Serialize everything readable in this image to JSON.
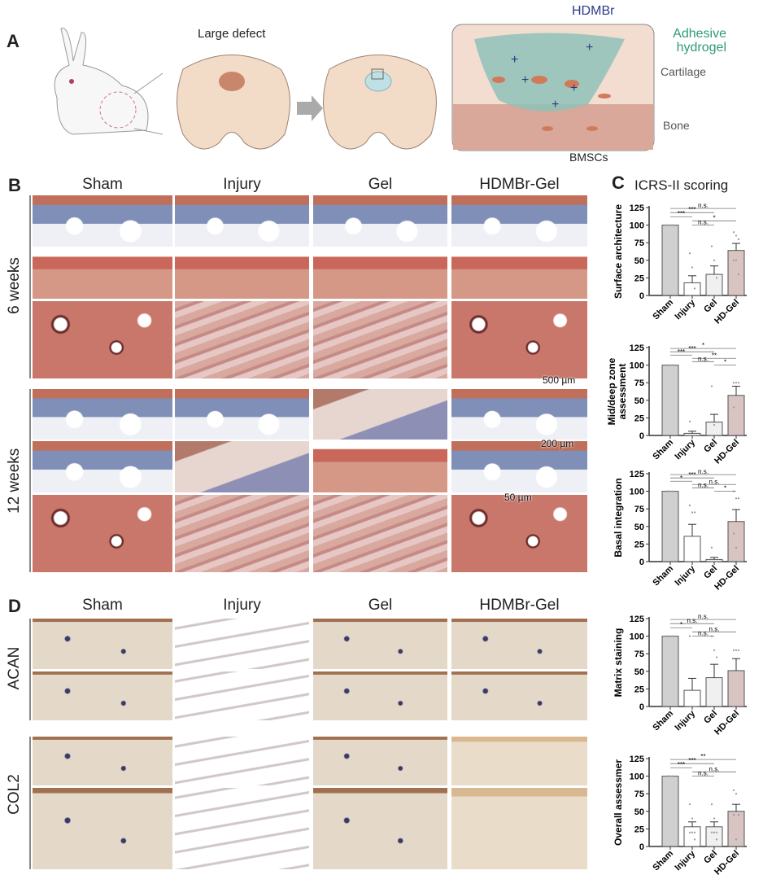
{
  "panelA": {
    "label": "A",
    "defect_label": "Large defect",
    "hdmbr": "HDMBr",
    "hydrogel_line1": "Adhesive",
    "hydrogel_line2": "hydrogel",
    "cartilage": "Cartilage",
    "bone": "Bone",
    "bmscs": "BMSCs",
    "colors": {
      "hdmbr": "#2b3a8a",
      "hydrogel": "#2e9a7a"
    }
  },
  "panelB": {
    "label": "B",
    "columns": [
      "Sham",
      "Injury",
      "Gel",
      "HDMBr-Gel"
    ],
    "rows": [
      "6 weeks",
      "12 weeks"
    ],
    "scale_500": "500 µm",
    "scale_200": "200 µm",
    "scale_50": "50 µm"
  },
  "panelC": {
    "label": "C",
    "title": "ICRS-II scoring"
  },
  "panelD": {
    "label": "D",
    "columns": [
      "Sham",
      "Injury",
      "Gel",
      "HDMBr-Gel"
    ],
    "rows": [
      "ACAN",
      "COL2"
    ]
  },
  "chart_data": [
    {
      "type": "bar",
      "ylabel": "Surface architecture",
      "categories": [
        "Sham",
        "Injury",
        "Gel",
        "HD-Gel"
      ],
      "values": [
        100,
        18,
        30,
        64
      ],
      "errors": [
        100,
        28,
        42,
        74
      ],
      "points": [
        [
          100,
          100,
          100,
          100
        ],
        [
          60,
          40,
          10,
          0
        ],
        [
          70,
          50,
          25,
          0
        ],
        [
          90,
          85,
          80,
          50,
          50,
          30
        ]
      ],
      "ylim": [
        0,
        125
      ],
      "yticks": [
        0,
        25,
        50,
        75,
        100,
        125
      ],
      "sig": [
        [
          0,
          3,
          "n.s."
        ],
        [
          0,
          2,
          "***"
        ],
        [
          0,
          1,
          "***"
        ],
        [
          1,
          3,
          "*"
        ],
        [
          1,
          2,
          "n.s."
        ]
      ]
    },
    {
      "type": "bar",
      "ylabel": "Mid/deep zone assessment",
      "categories": [
        "Sham",
        "Injury",
        "Gel",
        "HD-Gel"
      ],
      "values": [
        100,
        3,
        19,
        57
      ],
      "errors": [
        100,
        6,
        30,
        70
      ],
      "points": [
        [
          100,
          100,
          100,
          100
        ],
        [
          20,
          0,
          0,
          0
        ],
        [
          70,
          15,
          0,
          0
        ],
        [
          75,
          75,
          75,
          40
        ]
      ],
      "ylim": [
        0,
        125
      ],
      "yticks": [
        0,
        25,
        50,
        75,
        100,
        125
      ],
      "sig": [
        [
          0,
          3,
          "*"
        ],
        [
          0,
          2,
          "***"
        ],
        [
          0,
          1,
          "***"
        ],
        [
          1,
          3,
          "**"
        ],
        [
          1,
          2,
          "n.s."
        ],
        [
          2,
          3,
          "*"
        ]
      ]
    },
    {
      "type": "bar",
      "ylabel": "Basal integration",
      "categories": [
        "Sham",
        "Injury",
        "Gel",
        "HD-Gel"
      ],
      "values": [
        100,
        36,
        3,
        57
      ],
      "errors": [
        100,
        53,
        6,
        74
      ],
      "points": [
        [
          100,
          100,
          100,
          100
        ],
        [
          80,
          70,
          70,
          0
        ],
        [
          20,
          0,
          0,
          0
        ],
        [
          100,
          90,
          90,
          40,
          20,
          0
        ]
      ],
      "ylim": [
        0,
        125
      ],
      "yticks": [
        0,
        25,
        50,
        75,
        100,
        125
      ],
      "sig": [
        [
          0,
          3,
          "n.s."
        ],
        [
          0,
          2,
          "***"
        ],
        [
          0,
          1,
          "*"
        ],
        [
          1,
          3,
          "n.s."
        ],
        [
          1,
          2,
          "n.s."
        ],
        [
          2,
          3,
          "*"
        ]
      ]
    },
    {
      "type": "bar",
      "ylabel": "Matrix staining",
      "categories": [
        "Sham",
        "Injury",
        "Gel",
        "HD-Gel"
      ],
      "values": [
        100,
        23,
        41,
        51
      ],
      "errors": [
        100,
        40,
        60,
        68
      ],
      "points": [
        [
          100,
          100,
          100,
          100
        ],
        [
          100,
          0,
          0,
          0
        ],
        [
          100,
          80,
          70,
          0
        ],
        [
          80,
          80,
          80,
          0
        ]
      ],
      "ylim": [
        0,
        125
      ],
      "yticks": [
        0,
        25,
        50,
        75,
        100,
        125
      ],
      "sig": [
        [
          0,
          3,
          "n.s."
        ],
        [
          0,
          2,
          "n.s."
        ],
        [
          0,
          1,
          "*"
        ],
        [
          1,
          3,
          "n.s."
        ],
        [
          1,
          2,
          "n.s."
        ]
      ]
    },
    {
      "type": "bar",
      "ylabel": "Overall assessmer",
      "categories": [
        "Sham",
        "Injury",
        "Gel",
        "HD-Gel"
      ],
      "values": [
        100,
        28,
        28,
        50
      ],
      "errors": [
        100,
        35,
        35,
        60
      ],
      "points": [
        [
          100,
          100,
          100,
          100
        ],
        [
          60,
          40,
          20,
          20,
          20,
          10
        ],
        [
          60,
          40,
          20,
          20,
          20,
          10
        ],
        [
          80,
          75,
          45,
          45,
          10
        ]
      ],
      "ylim": [
        0,
        125
      ],
      "yticks": [
        0,
        25,
        50,
        75,
        100,
        125
      ],
      "sig": [
        [
          0,
          3,
          "**"
        ],
        [
          0,
          2,
          "***"
        ],
        [
          0,
          1,
          "***"
        ],
        [
          1,
          3,
          "n.s."
        ],
        [
          1,
          2,
          "n.s."
        ]
      ]
    }
  ]
}
